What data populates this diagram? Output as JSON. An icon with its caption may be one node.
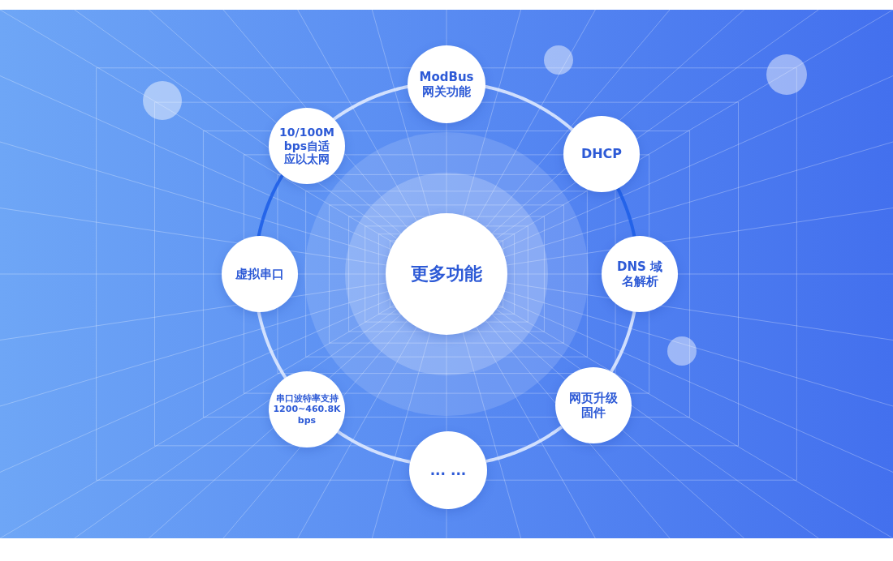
{
  "diagram": {
    "nodes": [
      {
        "text": [
          "更多功能"
        ]
      },
      {
        "text": [
          "ModBus 网关功能"
        ]
      },
      {
        "text": [
          "DHCP"
        ]
      },
      {
        "text": [
          "DNS 域名解析"
        ]
      },
      {
        "text": [
          "网页升级固件"
        ]
      },
      {
        "text": [
          "... ..."
        ]
      },
      {
        "text": [
          "串口波特率支持 1200~460.8K bps"
        ]
      },
      {
        "text": [
          "虚拟串口"
        ]
      },
      {
        "text": [
          "10/100M bps自适应以太网"
        ]
      }
    ],
    "edges": [
      {
        "from": 1,
        "to": 2,
        "arrow": "none"
      },
      {
        "from": 2,
        "to": 3,
        "arrow": "none",
        "color": "#1f5fe8"
      },
      {
        "from": 3,
        "to": 4,
        "arrow": "none"
      },
      {
        "from": 4,
        "to": 5,
        "arrow": "none"
      },
      {
        "from": 5,
        "to": 6,
        "arrow": "none"
      },
      {
        "from": 6,
        "to": 7,
        "arrow": "none"
      },
      {
        "from": 7,
        "to": 8,
        "arrow": "none",
        "color": "#1f5fe8"
      },
      {
        "from": 8,
        "to": 1,
        "arrow": "none"
      }
    ]
  }
}
